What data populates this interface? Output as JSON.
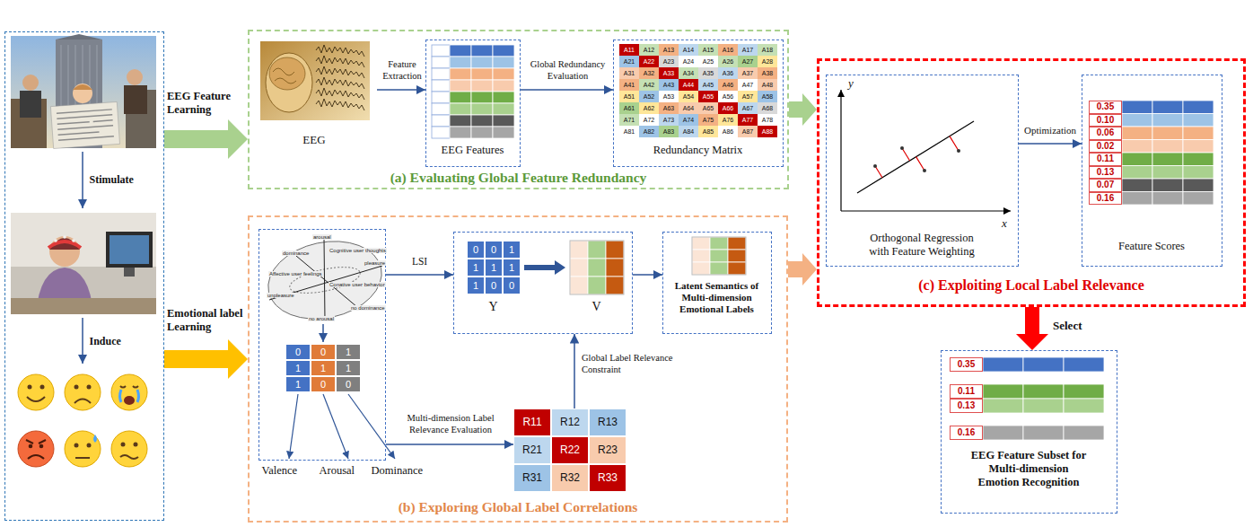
{
  "diagram": {
    "nodes": [
      {
        "text": [
          "Stimulate",
          "Induce"
        ]
      },
      {
        "text": [
          "(a) Evaluating Global Feature Redundancy"
        ]
      },
      {
        "text": [
          "EEG"
        ],
        "in": 1
      },
      {
        "text": [
          "EEG Features"
        ],
        "in": 1
      },
      {
        "text": [
          "Redundancy Matrix"
        ],
        "in": 1
      },
      {
        "text": [
          "(b) Exploring Global Label Correlations"
        ]
      },
      {
        "text": [
          "Valence",
          "Arousal",
          "Dominance"
        ],
        "in": 5
      },
      {
        "text": [
          "Y",
          "V"
        ],
        "in": 5
      },
      {
        "text": [
          "Latent Semantics of Multi-dimension Emotional Labels"
        ],
        "in": 5
      },
      {
        "text": [
          "R11",
          "R12",
          "R13",
          "R21",
          "R22",
          "R23",
          "R31",
          "R32",
          "R33"
        ],
        "in": 5
      },
      {
        "text": [
          "(c) Exploiting Local Label Relevance"
        ]
      },
      {
        "text": [
          "Orthogonal Regression with Feature Weighting"
        ],
        "in": 10
      },
      {
        "text": [
          "Feature Scores"
        ],
        "in": 10
      },
      {
        "text": [
          "EEG Feature Subset for Multi-dimension Emotion Recognition"
        ]
      }
    ],
    "edges": [
      {
        "from": 0,
        "to": 1,
        "arrow": "to",
        "label": "EEG Feature Learning"
      },
      {
        "from": 0,
        "to": 5,
        "arrow": "to",
        "label": "Emotional label Learning"
      },
      {
        "from": 2,
        "to": 3,
        "arrow": "to",
        "label": "Feature Extraction"
      },
      {
        "from": 3,
        "to": 4,
        "arrow": "to",
        "label": "Global Redundancy Evaluation"
      },
      {
        "from": 1,
        "to": 10,
        "arrow": "to"
      },
      {
        "from": 6,
        "to": 7,
        "arrow": "to",
        "label": "LSI"
      },
      {
        "from": 7,
        "to": 8,
        "arrow": "to"
      },
      {
        "from": 6,
        "to": 9,
        "arrow": "to",
        "label": "Multi-dimension Label Relevance Evaluation"
      },
      {
        "from": 9,
        "to": 7,
        "arrow": "to",
        "label": "Global Label Relevance Constraint"
      },
      {
        "from": 5,
        "to": 10,
        "arrow": "to"
      },
      {
        "from": 11,
        "to": 12,
        "arrow": "to",
        "label": "Optimization"
      },
      {
        "from": 10,
        "to": 13,
        "arrow": "to",
        "label": "Select"
      }
    ],
    "labels": [
      "A11",
      "A12",
      "A13",
      "A14",
      "A15",
      "A16",
      "A17",
      "A18",
      "A21",
      "A22",
      "A23",
      "A24",
      "A25",
      "A26",
      "A27",
      "A28",
      "A31",
      "A32",
      "A33",
      "A34",
      "A35",
      "A36",
      "A37",
      "A38",
      "A41",
      "A42",
      "A43",
      "A44",
      "A45",
      "A46",
      "A47",
      "A48",
      "A51",
      "A52",
      "A53",
      "A54",
      "A55",
      "A56",
      "A57",
      "A58",
      "A61",
      "A62",
      "A63",
      "A64",
      "A65",
      "A66",
      "A67",
      "A68",
      "A71",
      "A72",
      "A73",
      "A74",
      "A75",
      "A76",
      "A77",
      "A78",
      "A81",
      "A82",
      "A83",
      "A84",
      "A85",
      "A86",
      "A87",
      "A88",
      "arousal",
      "dominance",
      "Cognitive user thoughts",
      "pleasure",
      "Affective user feelings",
      "Conative user behavior",
      "unpleasure",
      "no dominance",
      "no arousal",
      "0",
      "0",
      "1",
      "1",
      "1",
      "1",
      "1",
      "0",
      "0",
      "0",
      "0",
      "1",
      "1",
      "1",
      "1",
      "1",
      "0",
      "0",
      "y",
      "x",
      "0.35",
      "0.10",
      "0.06",
      "0.02",
      "0.11",
      "0.13",
      "0.07",
      "0.16",
      "0.35",
      "0.11",
      "0.13",
      "0.16"
    ]
  }
}
